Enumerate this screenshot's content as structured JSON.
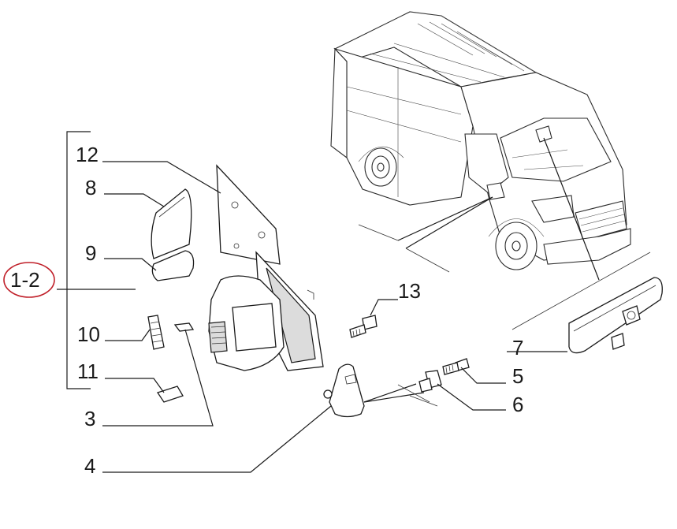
{
  "callouts": {
    "c12": "12",
    "c8": "8",
    "c9": "9",
    "c1_2": "1-2",
    "c10": "10",
    "c11": "11",
    "c3": "3",
    "c4": "4",
    "c13": "13",
    "c5": "5",
    "c6": "6",
    "c7": "7"
  },
  "colors": {
    "ink": "#1a1a1a",
    "highlight_circle": "#c0202a"
  }
}
